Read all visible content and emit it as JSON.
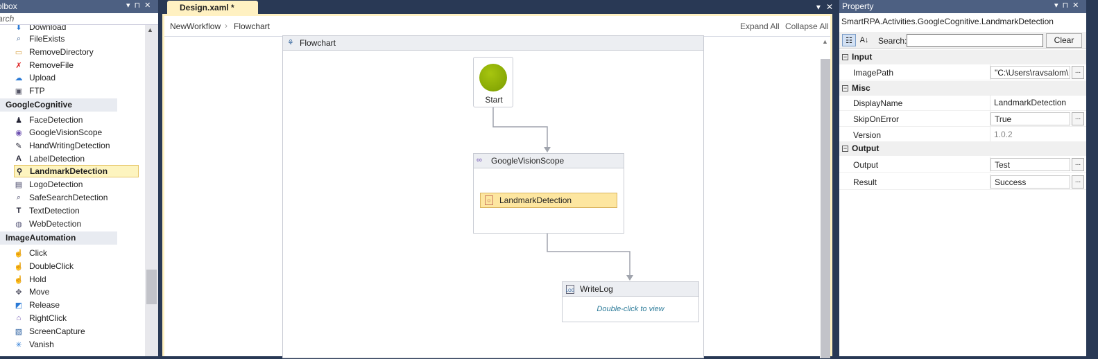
{
  "toolbox": {
    "title": "olbox",
    "search_placeholder": "arch",
    "items_top": [
      {
        "label": "Download",
        "icon": "download-icon"
      },
      {
        "label": "FileExists",
        "icon": "magnifier-icon"
      },
      {
        "label": "RemoveDirectory",
        "icon": "folder-icon"
      },
      {
        "label": "RemoveFile",
        "icon": "delete-file-icon"
      },
      {
        "label": "Upload",
        "icon": "cloud-upload-icon"
      },
      {
        "label": "FTP",
        "icon": "ftp-icon"
      }
    ],
    "cat_google": "GoogleCognitive",
    "items_google": [
      {
        "label": "FaceDetection",
        "icon": "person-icon"
      },
      {
        "label": "GoogleVisionScope",
        "icon": "eye-icon"
      },
      {
        "label": "HandWritingDetection",
        "icon": "handwriting-icon"
      },
      {
        "label": "LabelDetection",
        "icon": "letter-a-icon"
      },
      {
        "label": "LandmarkDetection",
        "icon": "pin-icon"
      },
      {
        "label": "LogoDetection",
        "icon": "logo-icon"
      },
      {
        "label": "SafeSearchDetection",
        "icon": "safe-search-icon"
      },
      {
        "label": "TextDetection",
        "icon": "text-icon"
      },
      {
        "label": "WebDetection",
        "icon": "globe-icon"
      }
    ],
    "cat_image": "ImageAutomation",
    "items_image": [
      {
        "label": "Click",
        "icon": "hand-pointer-icon"
      },
      {
        "label": "DoubleClick",
        "icon": "hand-pointer-icon"
      },
      {
        "label": "Hold",
        "icon": "hold-icon"
      },
      {
        "label": "Move",
        "icon": "move-icon"
      },
      {
        "label": "Release",
        "icon": "release-icon"
      },
      {
        "label": "RightClick",
        "icon": "mouse-icon"
      },
      {
        "label": "ScreenCapture",
        "icon": "screen-capture-icon"
      },
      {
        "label": "Vanish",
        "icon": "vanish-icon"
      }
    ]
  },
  "designer": {
    "tab_label": "Design.xaml *",
    "breadcrumb": [
      "NewWorkflow",
      "Flowchart"
    ],
    "expand_all": "Expand All",
    "collapse_all": "Collapse All",
    "flowchart_title": "Flowchart",
    "start_label": "Start",
    "scope_title": "GoogleVisionScope",
    "activity_title": "LandmarkDetection",
    "writelog_title": "WriteLog",
    "writelog_hint": "Double-click to view"
  },
  "property": {
    "title": "Property",
    "type_name": "SmartRPA.Activities.GoogleCognitive.LandmarkDetection",
    "search_label": "Search:",
    "search_value": "",
    "clear_label": "Clear",
    "categories": {
      "input": "Input",
      "misc": "Misc",
      "output": "Output"
    },
    "rows": {
      "imagepath": {
        "name": "ImagePath",
        "value": "\"C:\\Users\\ravsalom\\"
      },
      "displayname": {
        "name": "DisplayName",
        "value": "LandmarkDetection"
      },
      "skiponerror": {
        "name": "SkipOnError",
        "value": "True"
      },
      "version": {
        "name": "Version",
        "value": "1.0.2"
      },
      "output": {
        "name": "Output",
        "value": "Test"
      },
      "result": {
        "name": "Result",
        "value": "Success"
      }
    }
  },
  "colors": {
    "chrome": "#293955",
    "titlebar": "#4d6082",
    "tab": "#fff1c2",
    "start": "#8db000",
    "activity_selected": "#fde6a0",
    "hint": "#2e7c9a"
  }
}
